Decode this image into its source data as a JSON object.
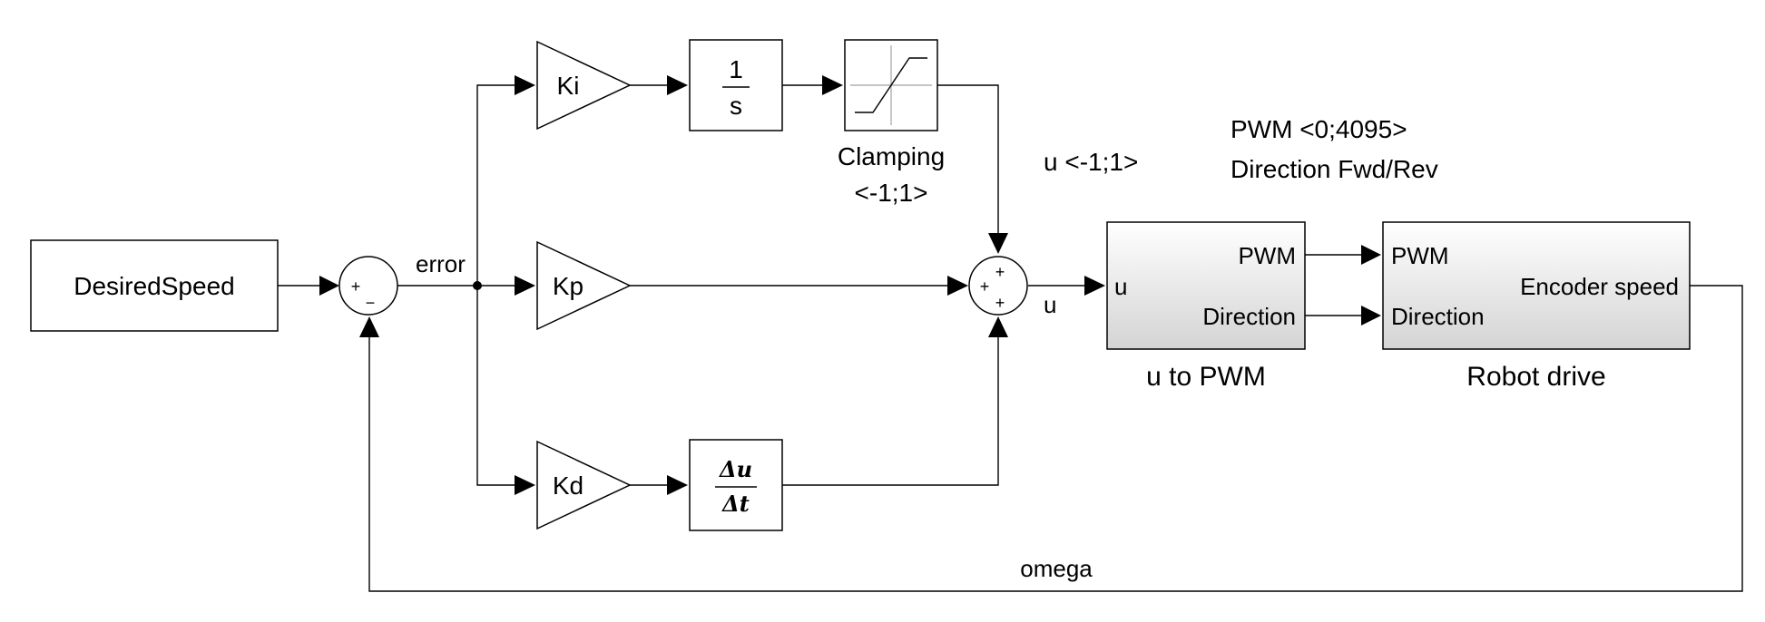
{
  "blocks": {
    "desired_speed": "DesiredSpeed",
    "sum1_sign_plus": "+",
    "sum1_sign_minus": "−",
    "gain_ki": "Ki",
    "gain_kp": "Kp",
    "gain_kd": "Kd",
    "integrator_num": "1",
    "integrator_den": "s",
    "derivative_num": "Δu",
    "derivative_den": "Δt",
    "sum2_sign_top": "+",
    "sum2_sign_left": "+",
    "sum2_sign_bottom": "+",
    "clamping_label_line1": "Clamping",
    "clamping_label_line2": "<-1;1>",
    "u_to_pwm": {
      "input_u": "u",
      "output_pwm": "PWM",
      "output_direction": "Direction",
      "caption": "u to PWM"
    },
    "robot_drive": {
      "input_pwm": "PWM",
      "input_direction": "Direction",
      "output_encoder": "Encoder speed",
      "caption": "Robot drive"
    }
  },
  "signals": {
    "error": "error",
    "u": "u",
    "u_range": "u <-1;1>",
    "pwm_range": "PWM <0;4095>",
    "direction_range": "Direction Fwd/Rev",
    "omega": "omega"
  }
}
